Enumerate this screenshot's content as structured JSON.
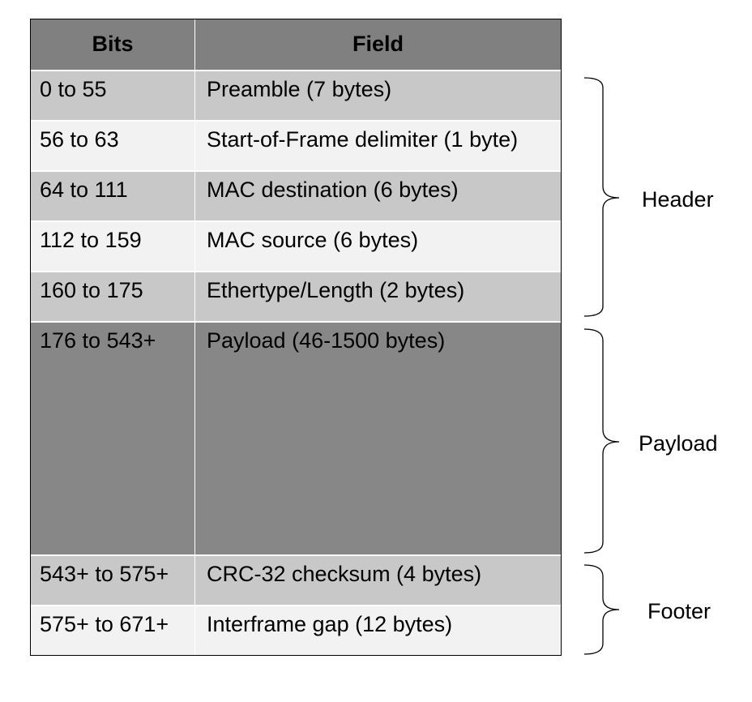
{
  "table": {
    "headers": {
      "bits": "Bits",
      "field": "Field"
    },
    "rows": [
      {
        "bits": "0 to 55",
        "field": "Preamble (7 bytes)"
      },
      {
        "bits": "56 to 63",
        "field": "Start-of-Frame delimiter (1 byte)"
      },
      {
        "bits": "64 to 111",
        "field": "MAC destination (6 bytes)"
      },
      {
        "bits": "112 to 159",
        "field": "MAC source (6 bytes)"
      },
      {
        "bits": "160 to 175",
        "field": "Ethertype/Length (2 bytes)"
      },
      {
        "bits": "176 to 543+",
        "field": "Payload (46-1500 bytes)"
      },
      {
        "bits": "543+ to 575+",
        "field": "CRC-32 checksum (4 bytes)"
      },
      {
        "bits": "575+ to 671+",
        "field": "Interframe gap (12 bytes)"
      }
    ]
  },
  "groups": {
    "header": "Header",
    "payload": "Payload",
    "footer": "Footer"
  },
  "colors": {
    "header_bg": "#808080",
    "dark_row": "#c8c8c8",
    "light_row": "#f2f2f2",
    "payload_bg": "#878787"
  }
}
